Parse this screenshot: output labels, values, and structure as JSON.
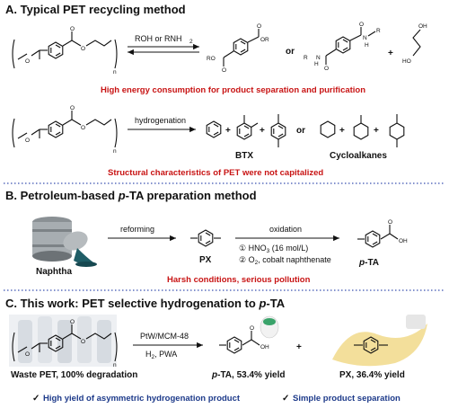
{
  "sectionA": {
    "title": "A. Typical PET recycling method",
    "reagent1": "ROH or RNH",
    "reagent1_sub": "2",
    "or1": "or",
    "plus1": "+",
    "note1": "High energy consumption for product separation and purification",
    "reagent2": "hydrogenation",
    "or2": "or",
    "btx": "BTX",
    "cycloalkanes": "Cycloalkanes",
    "note2": "Structural characteristics of PET were not capitalized",
    "subscript_n": "n"
  },
  "sectionB": {
    "title_pre": "B. Petroleum-based ",
    "title_p": "p",
    "title_post": "-TA preparation method",
    "step1": "reforming",
    "step2": "oxidation",
    "cond1_num": "①",
    "cond1": "HNO",
    "cond1_sub": "3",
    "cond1_post": " (16 mol/L)",
    "cond2_num": "②",
    "cond2_pre": "O",
    "cond2_sub": "2",
    "cond2_post": ", cobalt naphthenate",
    "naphtha": "Naphtha",
    "px": "PX",
    "pta_p": "p",
    "pta": "-TA",
    "note": "Harsh conditions, serious pollution"
  },
  "sectionC": {
    "title_pre": "C. This work: PET selective hydrogenation to ",
    "title_p": "p",
    "title_post": "-TA",
    "catalyst": "PtW/MCM-48",
    "cond_pre": "H",
    "cond_sub": "2",
    "cond_post": ", PWA",
    "waste": "Waste PET, 100% degradation",
    "pta_p": "p",
    "pta_label": "-TA, 53.4% yield",
    "plus": "+",
    "px_label": "PX, 36.4% yield",
    "check": "✓",
    "highlight1": "High yield of asymmetric hydrogenation product",
    "highlight2": "Simple product separation",
    "subscript_n": "n"
  },
  "colors": {
    "red": "#c81414",
    "blue": "#1d3a8a",
    "divider": "#3a52b0"
  }
}
